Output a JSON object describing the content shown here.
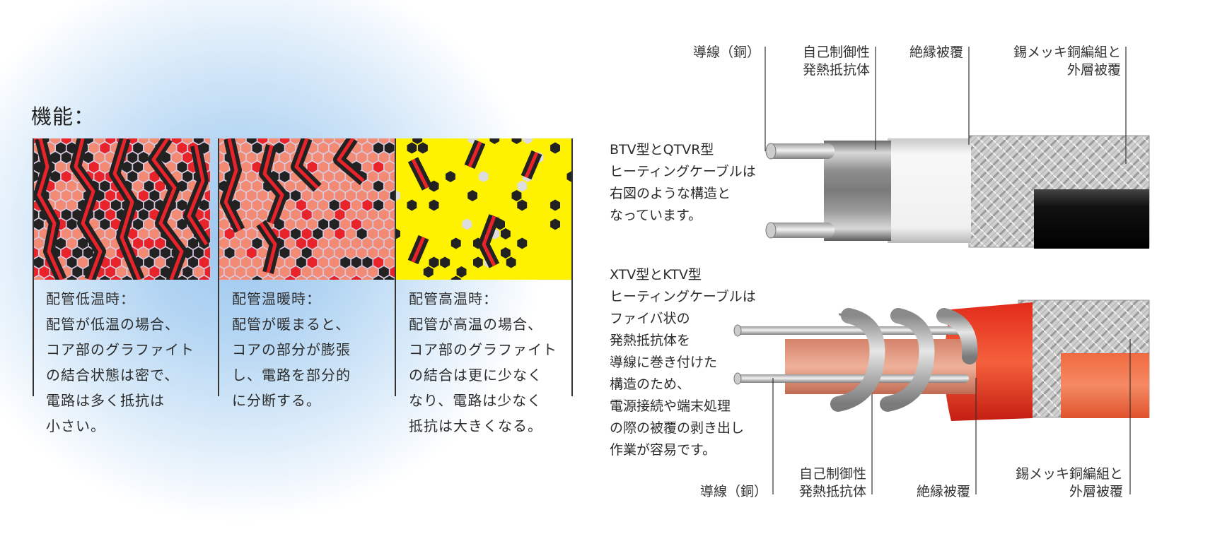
{
  "title": "機能：",
  "panels": [
    {
      "heading": "配管低温時：",
      "lines": [
        "配管が低温の場合、",
        "コア部のグラファイト",
        "の結合状態は密で、",
        "電路は多く抵抗は",
        "小さい。"
      ]
    },
    {
      "heading": "配管温暖時：",
      "lines": [
        "配管が暖まると、",
        "コアの部分が膨張",
        "し、電路を部分的",
        "に分断する。"
      ]
    },
    {
      "heading": "配管高温時：",
      "lines": [
        "配管が高温の場合、",
        "コア部のグラファイト",
        "の結合は更に少なく",
        "なり、電路は少なく",
        "抵抗は大きくなる。"
      ]
    }
  ],
  "btv": {
    "intro": [
      "BTV型とQTVR型",
      "ヒーティングケーブルは",
      "右図のような構造と",
      "なっています。"
    ],
    "labels": {
      "conductor": "導線（銅）",
      "element": [
        "自己制御性",
        "発熱抵抗体"
      ],
      "insulation": "絶縁被覆",
      "braid": [
        "錫メッキ銅編組と",
        "外層被覆"
      ]
    }
  },
  "xtv": {
    "intro": [
      "XTV型とKTV型",
      "ヒーティングケーブルは",
      "ファイバ状の",
      "発熱抵抗体を",
      "導線に巻き付けた",
      "構造のため、",
      "電源接続や端末処理",
      "の際の被覆の剥き出し",
      "作業が容易です。"
    ],
    "labels": {
      "conductor": "導線（銅）",
      "element": [
        "自己制御性",
        "発熱抵抗体"
      ],
      "insulation": "絶縁被覆",
      "braid": [
        "錫メッキ銅編組と",
        "外層被覆"
      ]
    }
  },
  "colors": {
    "graphite_red": "#e8232a",
    "hex_light": "#f28a74",
    "hex_black": "#222222",
    "hot_yellow": "#fff200",
    "jacket_black": "#151515",
    "jacket_orange": "#f0502a"
  }
}
